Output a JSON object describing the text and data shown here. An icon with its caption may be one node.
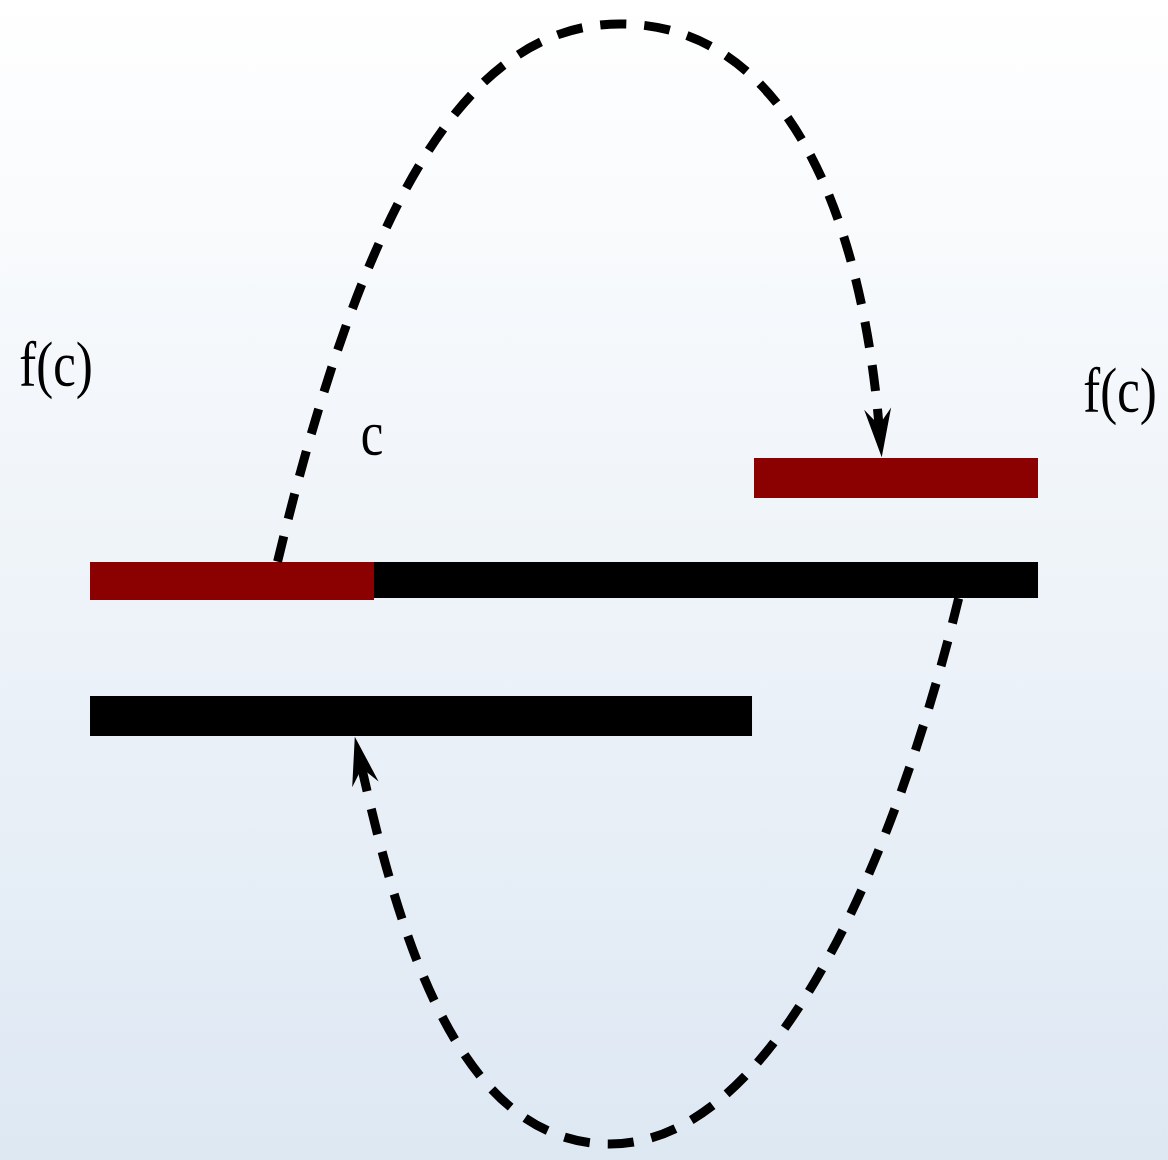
{
  "diagram": {
    "nodes": [
      {
        "text": [],
        "shape": "bar"
      },
      {
        "text": [],
        "shape": "bar"
      },
      {
        "text": [],
        "shape": "bar"
      },
      {
        "text": [],
        "shape": "bar"
      }
    ],
    "edges": [
      {
        "from": 0,
        "to": 2,
        "arrow": "to",
        "style": "dashed"
      },
      {
        "from": 1,
        "to": 3,
        "arrow": "to",
        "style": "dashed"
      }
    ],
    "labels": [
      "f(c)",
      "c",
      "f(c)"
    ]
  }
}
